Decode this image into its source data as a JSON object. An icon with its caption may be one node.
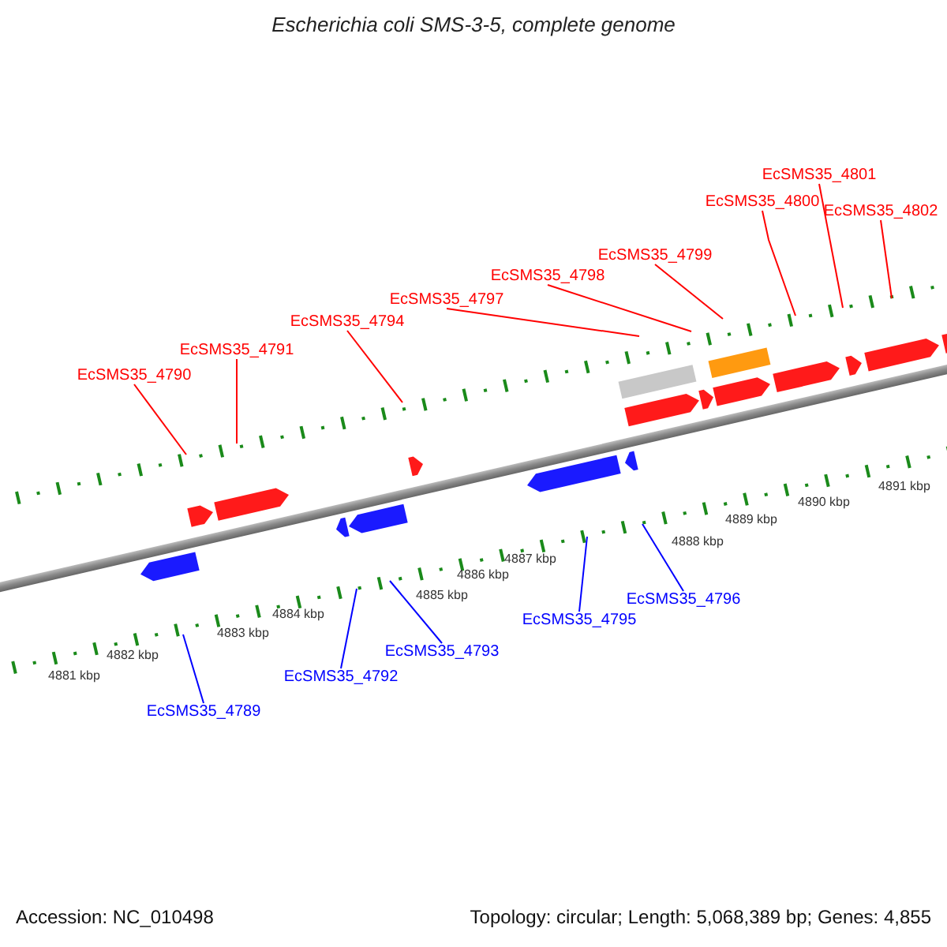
{
  "diagram": {
    "title": "Escherichia coli SMS-3-5, complete genome",
    "nodes": [
      {
        "text": [
          "EcSMS35_4801"
        ]
      },
      {
        "text": [
          "EcSMS35_4800"
        ]
      },
      {
        "text": [
          "EcSMS35_4802"
        ]
      },
      {
        "text": [
          "EcSMS35_4799"
        ]
      },
      {
        "text": [
          "EcSMS35_4798"
        ]
      },
      {
        "text": [
          "EcSMS35_4797"
        ]
      },
      {
        "text": [
          "EcSMS35_4794"
        ]
      },
      {
        "text": [
          "EcSMS35_4791"
        ]
      },
      {
        "text": [
          "EcSMS35_4790"
        ]
      },
      {
        "text": [
          "EcSMS35_4796"
        ]
      },
      {
        "text": [
          "EcSMS35_4795"
        ]
      },
      {
        "text": [
          "EcSMS35_4793"
        ]
      },
      {
        "text": [
          "EcSMS35_4792"
        ]
      },
      {
        "text": [
          "EcSMS35_4789"
        ]
      }
    ],
    "edges": [
      {
        "from": 0,
        "to": null,
        "arrow": "none"
      },
      {
        "from": 1,
        "to": null,
        "arrow": "none"
      },
      {
        "from": 2,
        "to": null,
        "arrow": "none"
      },
      {
        "from": 3,
        "to": null,
        "arrow": "none"
      },
      {
        "from": 4,
        "to": null,
        "arrow": "none"
      },
      {
        "from": 5,
        "to": null,
        "arrow": "none"
      },
      {
        "from": 6,
        "to": null,
        "arrow": "none"
      },
      {
        "from": 7,
        "to": null,
        "arrow": "none"
      },
      {
        "from": 8,
        "to": null,
        "arrow": "none"
      },
      {
        "from": 9,
        "to": null,
        "arrow": "none",
        "color": "#0000ff"
      },
      {
        "from": 10,
        "to": null,
        "arrow": "none",
        "color": "#0000ff"
      },
      {
        "from": 11,
        "to": null,
        "arrow": "none",
        "color": "#0000ff"
      },
      {
        "from": 12,
        "to": null,
        "arrow": "none",
        "color": "#0000ff"
      },
      {
        "from": 13,
        "to": null,
        "arrow": "none",
        "color": "#0000ff"
      }
    ],
    "labels": [
      "4891 kbp",
      "4890 kbp",
      "4889 kbp",
      "4888 kbp",
      "4887 kbp",
      "4886 kbp",
      "4885 kbp",
      "4884 kbp",
      "4883 kbp",
      "4882 kbp",
      "4881 kbp",
      "Accession: NC_010498",
      "Topology: circular; Length: 5,068,389 bp; Genes: 4,855"
    ]
  }
}
